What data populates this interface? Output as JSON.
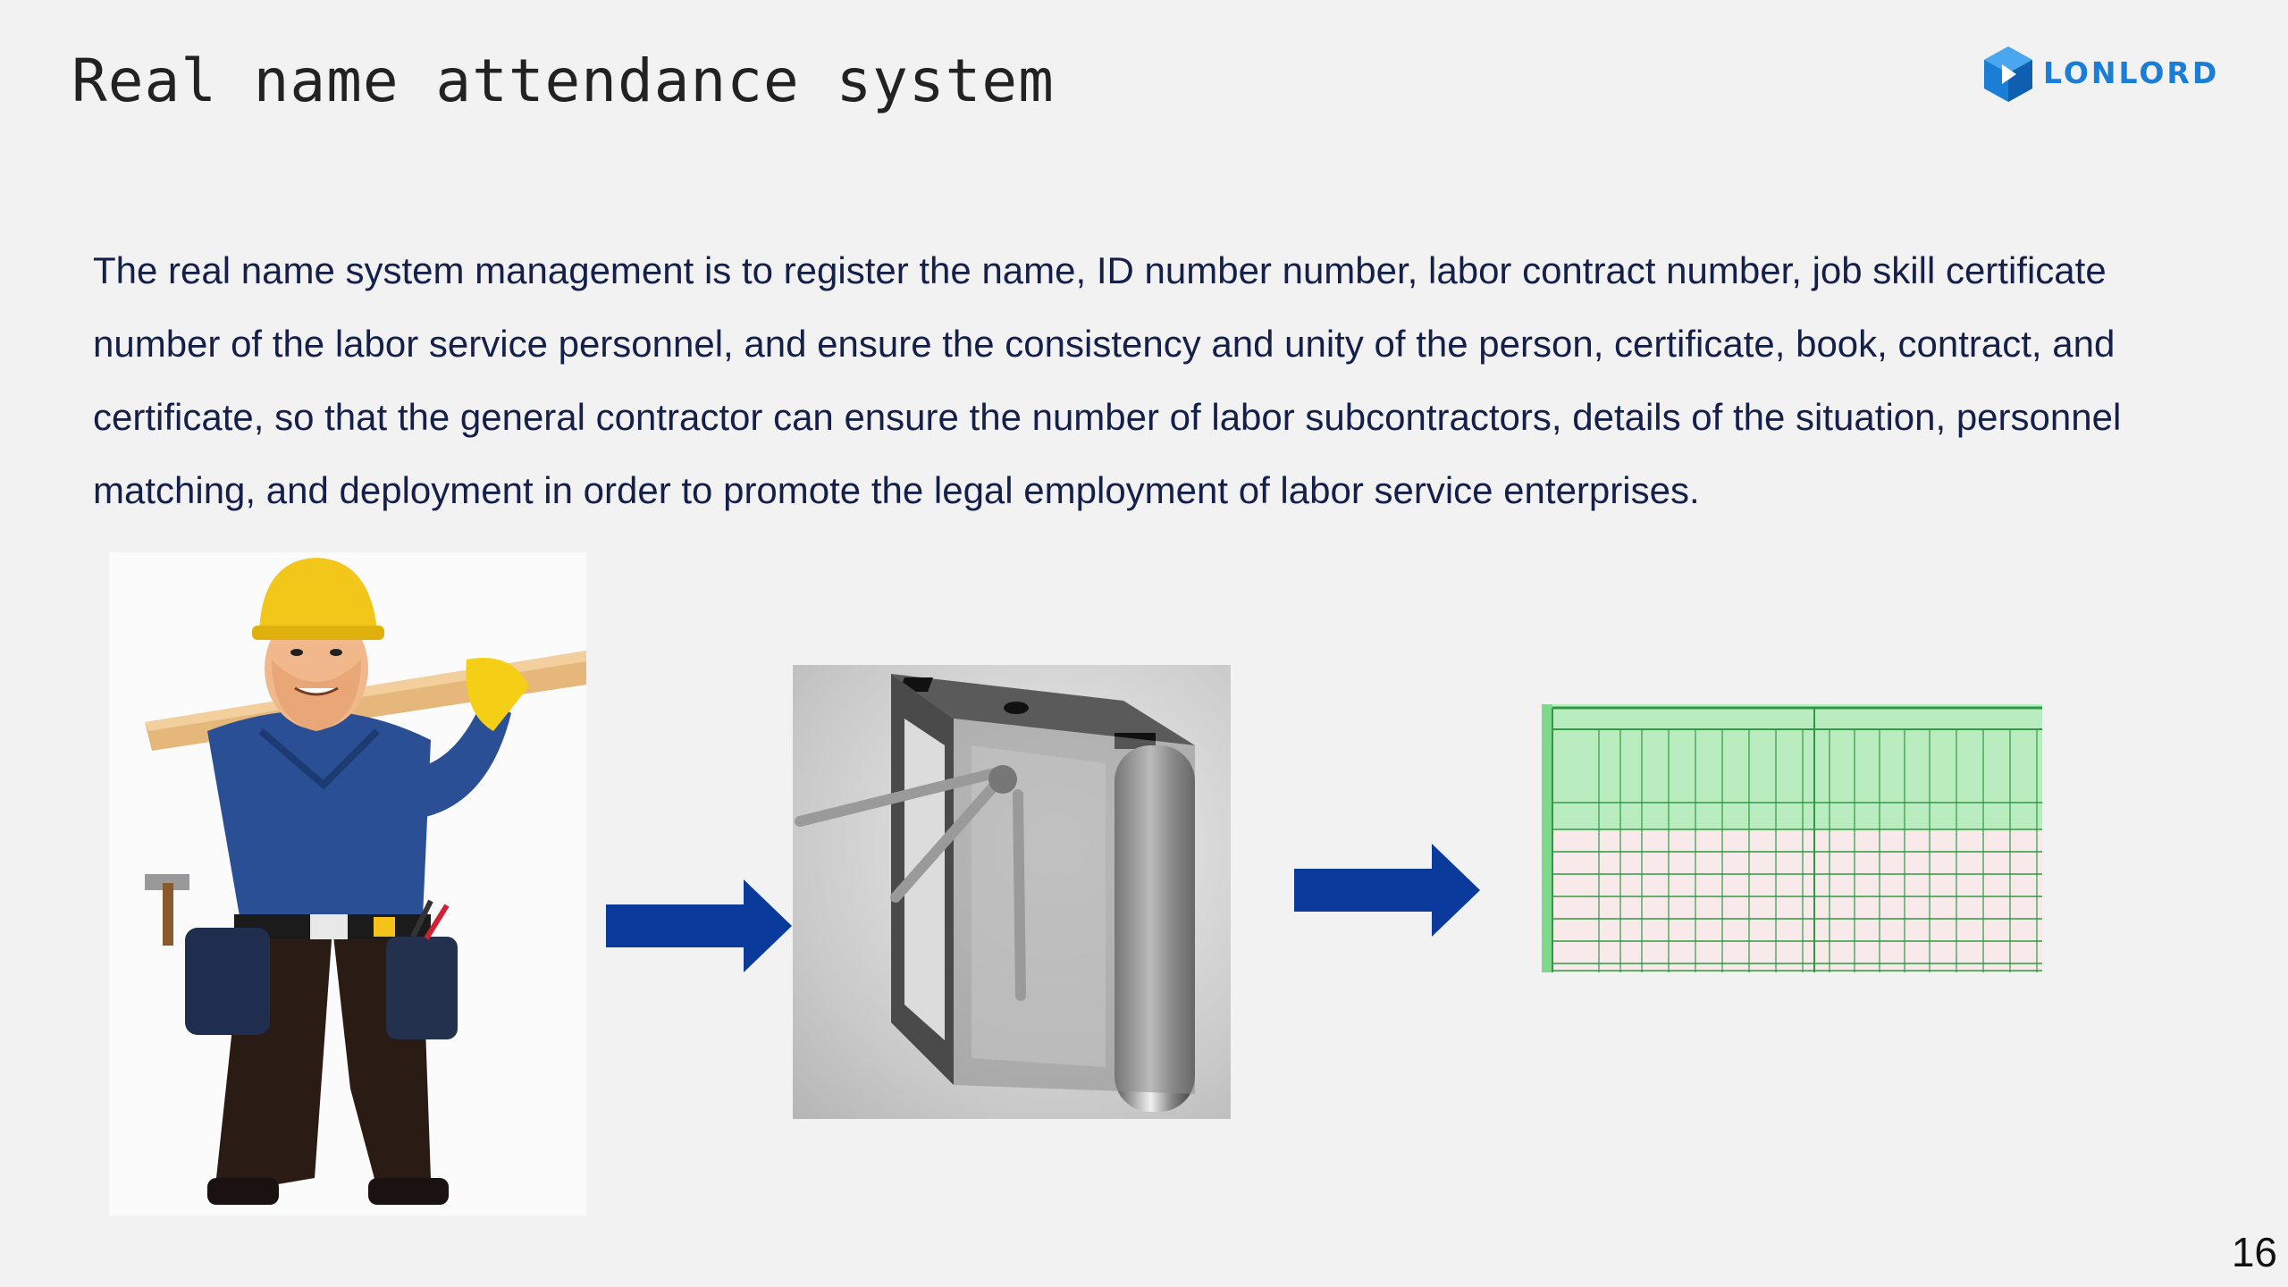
{
  "slide": {
    "title": "Real name attendance system",
    "logo_text": "LONLORD",
    "body": "The real name system management is to register the name, ID number number, labor contract number, job skill certificate number of the labor service personnel, and ensure the consistency and unity of the person, certificate, book, contract, and certificate, so that the general contractor can ensure the number of labor subcontractors, details of the situation, personnel matching, and deployment in order to promote the legal employment of labor service enterprises.",
    "page_number": "16"
  },
  "colors": {
    "arrow": "#0a3a9c",
    "logo": "#1b7ed6",
    "sheet_grid": "#2f9a43"
  },
  "images": {
    "worker": "construction-worker-illustration",
    "turnstile": "tripod-turnstile-gate",
    "sheet": "attendance-spreadsheet"
  }
}
